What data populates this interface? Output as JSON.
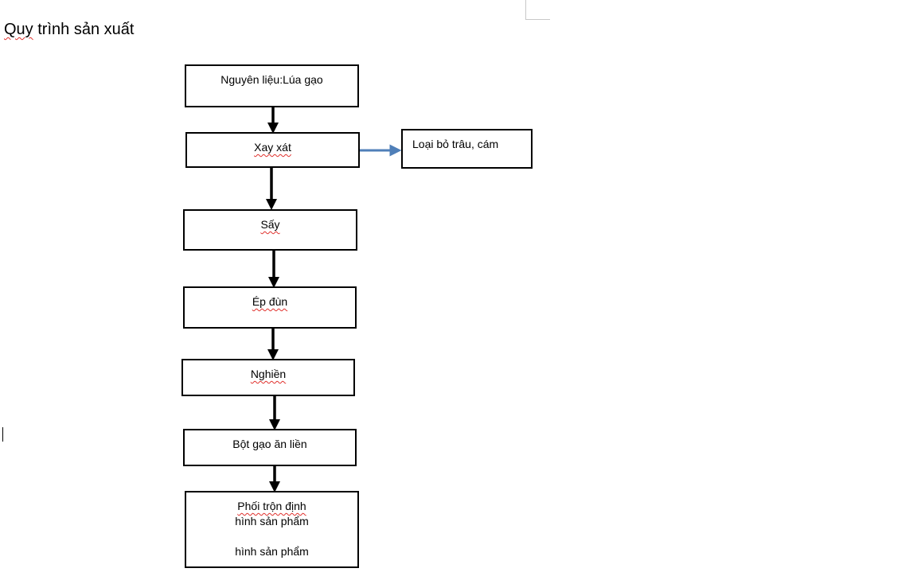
{
  "document": {
    "title": "Quy trình sản xuất"
  },
  "diagram": {
    "steps": [
      {
        "id": "nguyen-lieu",
        "lines": [
          "Nguyên liệu:Lúa gạo"
        ]
      },
      {
        "id": "xay-xat",
        "lines": [
          "Xay xát"
        ]
      },
      {
        "id": "say",
        "lines": [
          "Sấy"
        ]
      },
      {
        "id": "ep-dun",
        "lines": [
          "Ép đùn"
        ]
      },
      {
        "id": "nghien",
        "lines": [
          "Nghiền"
        ]
      },
      {
        "id": "bot-gao",
        "lines": [
          "Bột gạo ăn liền"
        ]
      },
      {
        "id": "phoi-tron",
        "lines": [
          "Phối trộn định",
          "hình sản phẩm",
          "hình sản phẩm"
        ]
      }
    ],
    "side_output": {
      "text": "Loại bỏ trâu, cám",
      "from_step": "xay-xat"
    },
    "colors": {
      "box_border": "#000000",
      "main_arrow": "#000000",
      "side_arrow": "#4f7fb8",
      "spell_underline": "#e0302c"
    }
  }
}
